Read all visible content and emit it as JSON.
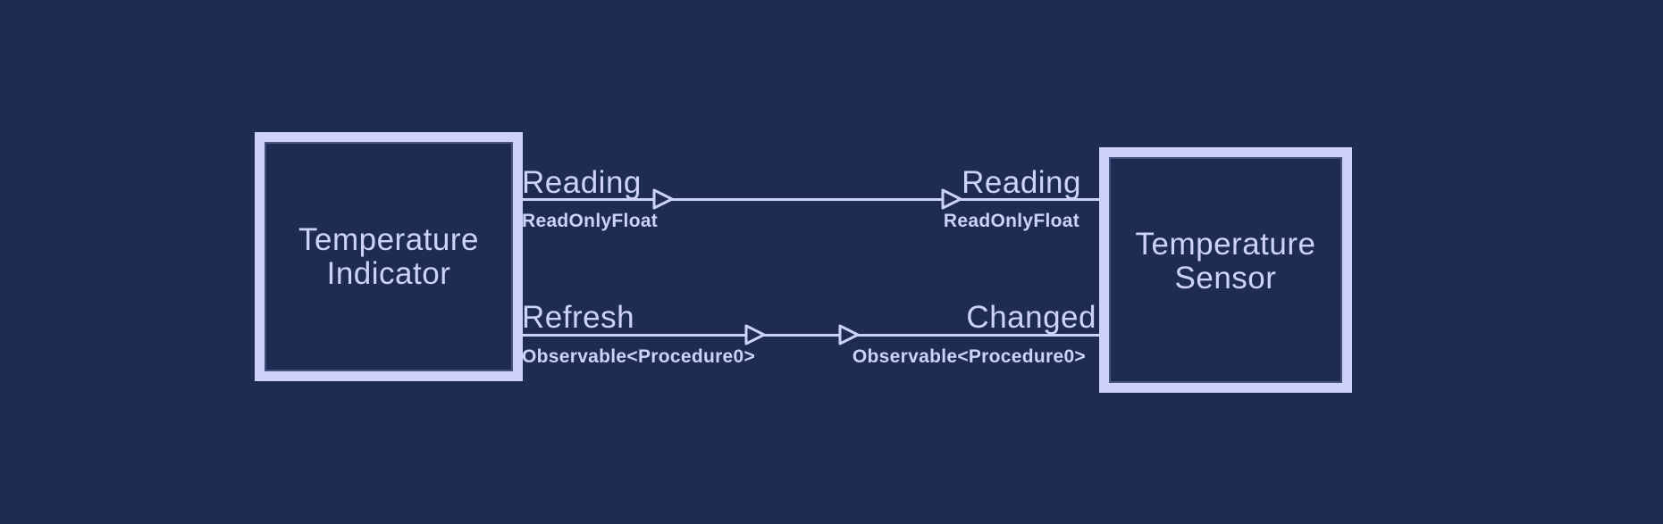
{
  "diagram": {
    "colors": {
      "background": "#1f2c52",
      "accent": "#cdd3f8",
      "inner_stroke": "#46527f"
    },
    "nodes": {
      "indicator": {
        "line1": "Temperature",
        "line2": "Indicator"
      },
      "sensor": {
        "line1": "Temperature",
        "line2": "Sensor"
      }
    },
    "connections": {
      "reading": {
        "left_name": "Reading",
        "left_type": "ReadOnlyFloat",
        "right_name": "Reading",
        "right_type": "ReadOnlyFloat",
        "arrow_icon": "open-arrowhead-right-icon",
        "arrow_count": 2
      },
      "refresh_changed": {
        "left_name": "Refresh",
        "left_type": "Observable<Procedure0>",
        "right_name": "Changed",
        "right_type": "Observable<Procedure0>",
        "arrow_icon": "open-arrowhead-right-icon",
        "arrow_count": 2
      }
    }
  }
}
